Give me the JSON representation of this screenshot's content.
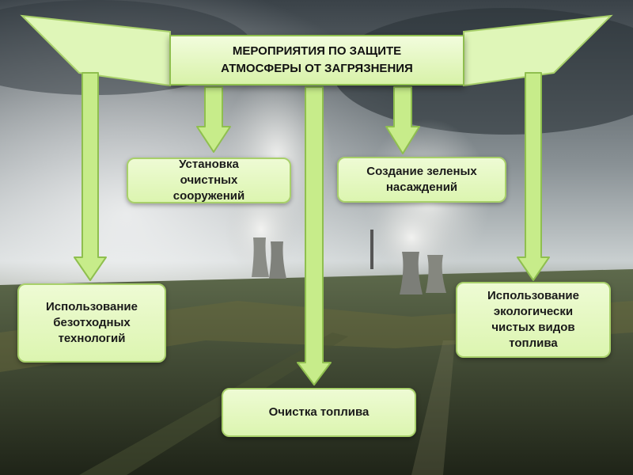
{
  "title": "МЕРОПРИЯТИЯ   ПО ЗАЩИТЕ\nАТМОСФЕРЫ ОТ ЗАГРЯЗНЕНИЯ",
  "measures": [
    {
      "text": "Установка\nочистных\nсооружений"
    },
    {
      "text": "Создание зеленых\nнасаждений"
    },
    {
      "text": "Использование\nбезотходных\nтехнологий"
    },
    {
      "text": "Использование\nэкологически\nчистых видов\nтоплива"
    },
    {
      "text": "Очистка топлива"
    }
  ],
  "colors": {
    "box_fill": "#dcf5b0",
    "box_border": "#a8d06a",
    "arrow_fill": "#c7ec8a",
    "arrow_stroke": "#8fbf4f",
    "sky": "#5f6a70",
    "ground": "#3c4430"
  }
}
